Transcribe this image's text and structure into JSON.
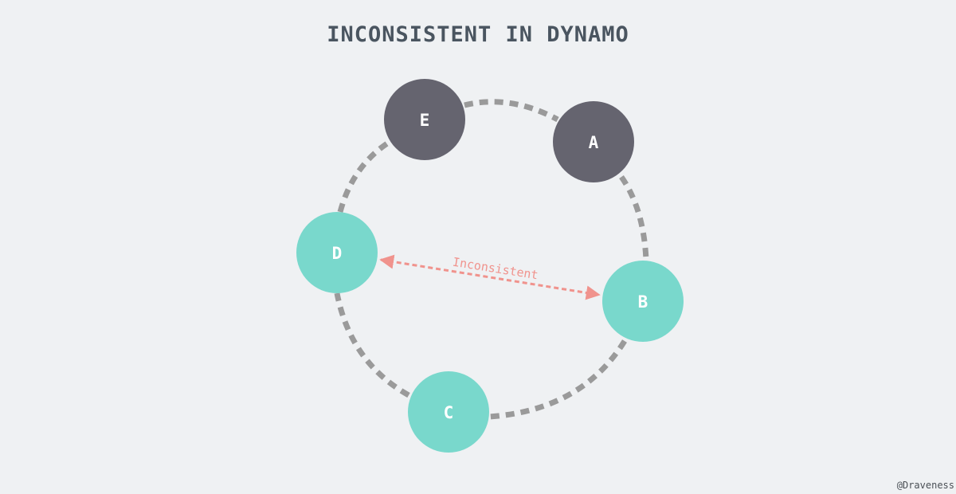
{
  "title": "INCONSISTENT IN DYNAMO",
  "credit": "@Draveness",
  "colors": {
    "background": "#eff1f3",
    "ring": "#9a9a9a",
    "node_dark": "#65646f",
    "node_teal": "#79d8cc",
    "inconsistent": "#f0938d",
    "title": "#4a5560"
  },
  "nodes": [
    {
      "id": "E",
      "label": "E",
      "state": "dark"
    },
    {
      "id": "A",
      "label": "A",
      "state": "dark"
    },
    {
      "id": "B",
      "label": "B",
      "state": "teal"
    },
    {
      "id": "C",
      "label": "C",
      "state": "teal"
    },
    {
      "id": "D",
      "label": "D",
      "state": "teal"
    }
  ],
  "edges": [
    {
      "from": "D",
      "to": "B",
      "label": "Inconsistent",
      "style": "dashed-double-arrow"
    }
  ]
}
